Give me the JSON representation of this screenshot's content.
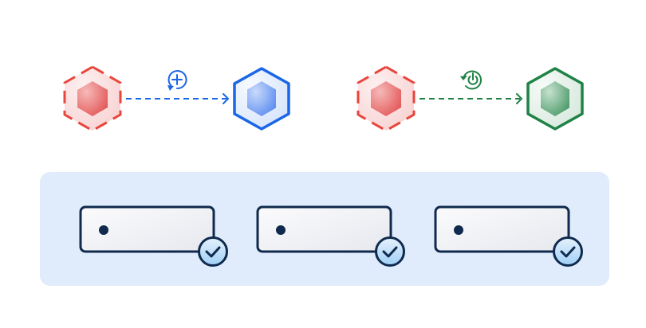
{
  "flows": [
    {
      "name": "create-flow",
      "source_state": "inactive",
      "target_state": "created",
      "action_icon": "add-cycle-icon",
      "colors": {
        "source": "#e8453c",
        "line": "#1a66e6",
        "target": "#1a66e6",
        "target_fill": "#8fb3f7"
      }
    },
    {
      "name": "restart-flow",
      "source_state": "inactive",
      "target_state": "running",
      "action_icon": "power-restart-icon",
      "colors": {
        "source": "#e8453c",
        "line": "#1e8245",
        "target": "#1e8245",
        "target_fill": "#7bb893"
      }
    }
  ],
  "servers": [
    {
      "status": "ok",
      "status_icon": "check-icon"
    },
    {
      "status": "ok",
      "status_icon": "check-icon"
    },
    {
      "status": "ok",
      "status_icon": "check-icon"
    }
  ],
  "colors": {
    "panel": "#e0ecfb",
    "outline": "#0f2a4d",
    "badge": "#b8dcf8"
  }
}
